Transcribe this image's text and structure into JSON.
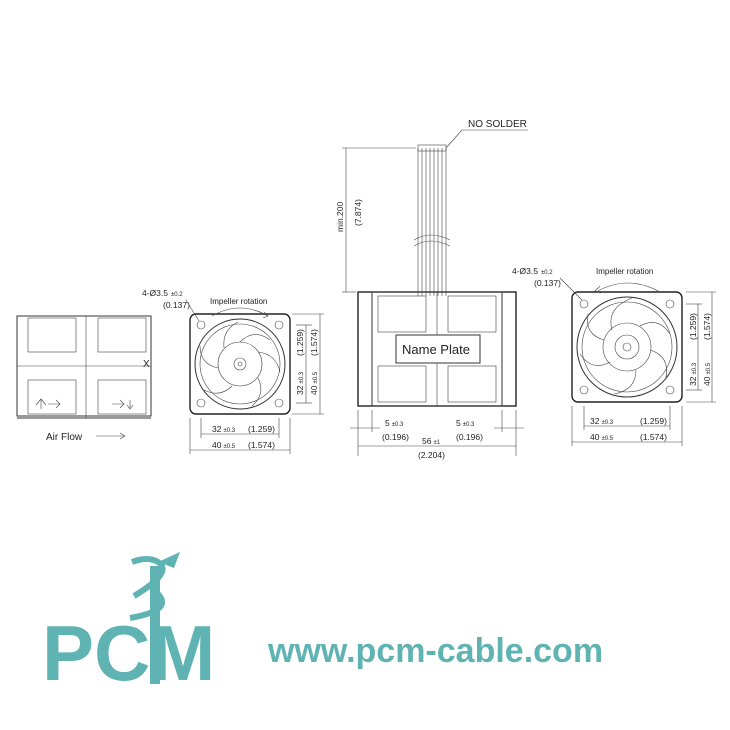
{
  "labels": {
    "no_solder": "NO SOLDER",
    "impeller_rotation": "Impeller rotation",
    "air_flow": "Air Flow",
    "name_plate": "Name Plate",
    "axis_x": "X"
  },
  "dimensions": {
    "hole_spec": "4-Ø3.5",
    "hole_tol": "±0.2",
    "hole_in": "(0.137)",
    "min_length": "min.200",
    "min_length_in": "(7.874)",
    "d32": "32",
    "d32_tol": "±0.3",
    "d32_in": "(1.259)",
    "d40": "40",
    "d40_tol": "±0.5",
    "d40_in": "(1.574)",
    "d5": "5",
    "d5_tol": "±0.3",
    "d5_in": "(0.196)",
    "d56": "56",
    "d56_tol": "±1",
    "d56_in": "(2.204)"
  },
  "logo": {
    "brand": "PCM",
    "url": "www.pcm-cable.com",
    "color": "#5fb3b3"
  }
}
